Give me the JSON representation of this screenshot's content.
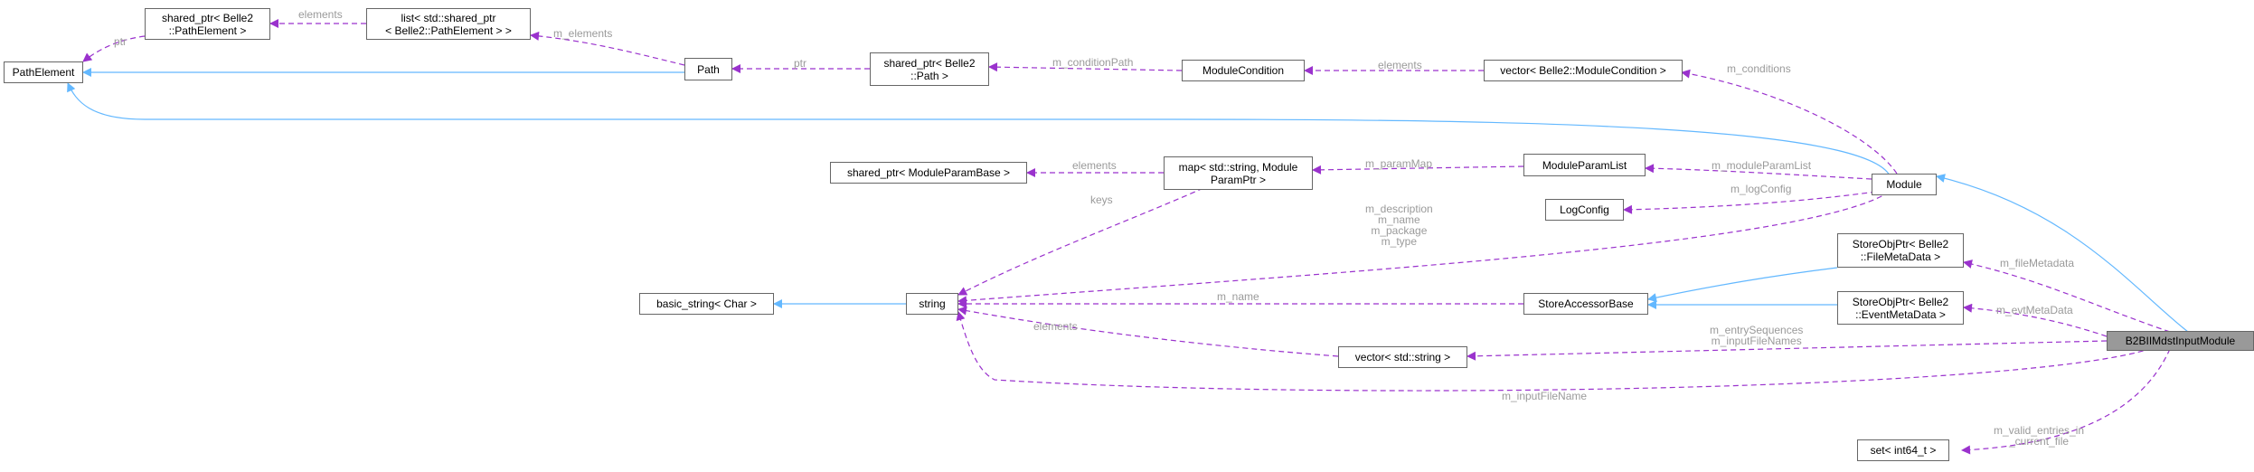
{
  "colors": {
    "inherit": "#63b8ff",
    "usage": "#9a32cd",
    "label": "#9a9a9a",
    "main_fill": "#999999"
  },
  "nodes": {
    "pathelement": "PathElement",
    "shptr_pathelement": "shared_ptr< Belle2\n::PathElement >",
    "list_pathelement": "list< std::shared_ptr\n< Belle2::PathElement > >",
    "path": "Path",
    "shptr_path": "shared_ptr< Belle2\n::Path >",
    "modulecondition": "ModuleCondition",
    "vector_modulecondition": "vector< Belle2::ModuleCondition >",
    "shptr_moduleparambase": "shared_ptr< ModuleParamBase >",
    "map_string_moduleparamptr": "map< std::string, Module\nParamPtr >",
    "moduleparamlist": "ModuleParamList",
    "logconfig": "LogConfig",
    "module": "Module",
    "basic_string": "basic_string< Char >",
    "string": "string",
    "storeaccessorbase": "StoreAccessorBase",
    "storeobjptr_filemetadata": "StoreObjPtr< Belle2\n::FileMetaData >",
    "storeobjptr_eventmetadata": "StoreObjPtr< Belle2\n::EventMetaData >",
    "vector_string": "vector< std::string >",
    "b2bii": "B2BIIMdstInputModule",
    "set_int64": "set< int64_t >"
  },
  "edge_labels": {
    "ptr_pathelement": "ptr",
    "elements_list": "elements",
    "m_elements": "m_elements",
    "ptr_path": "ptr",
    "m_conditionPath": "m_conditionPath",
    "elements_conditions": "elements",
    "m_conditions": "m_conditions",
    "elements_paramptr": "elements",
    "m_paramMap": "m_paramMap",
    "m_moduleParamList": "m_moduleParamList",
    "m_logConfig": "m_logConfig",
    "keys": "keys",
    "module_strings": "m_description\nm_name\nm_package\nm_type",
    "m_name": "m_name",
    "elements_vector": "elements",
    "m_fileMetadata": "m_fileMetadata",
    "m_evtMetaData": "m_evtMetaData",
    "entry_inputs": "m_entrySequences\nm_inputFileNames",
    "m_inputFileName": "m_inputFileName",
    "m_valid_entries": "m_valid_entries_in\n_current_file"
  }
}
